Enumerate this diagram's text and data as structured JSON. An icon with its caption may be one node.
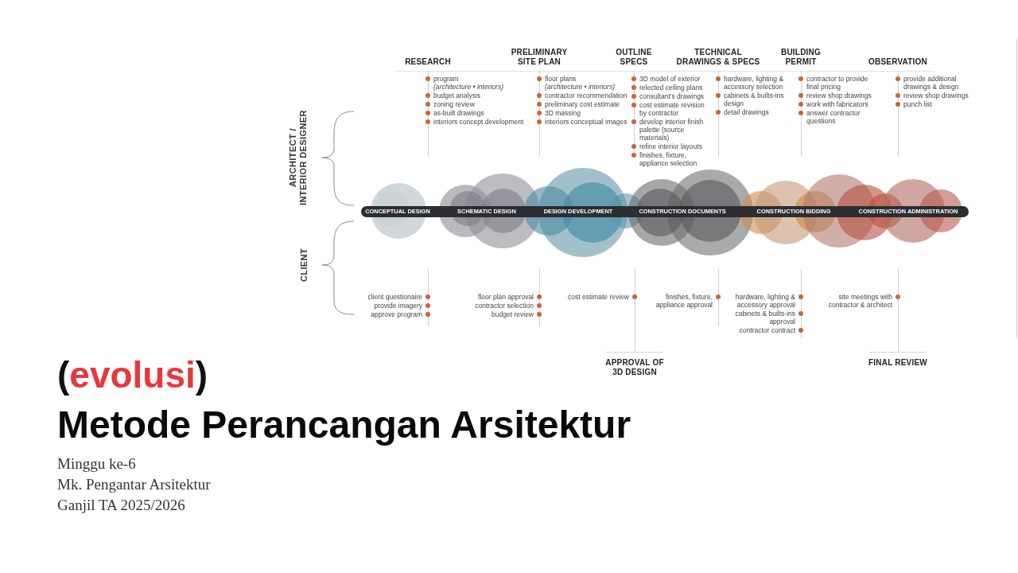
{
  "diagram": {
    "title": "Metode Perancangan Arsitektur",
    "nodes": [
      {
        "text": [
          "CONCEPTUAL DESIGN",
          "SCHEMATIC DESIGN",
          "DESIGN DEVELOPMENT",
          "CONSTRUCTION DOCUMENTS",
          "CONSTRUCTION BIDDING",
          "CONSTRUCTION ADMINISTRATION"
        ]
      }
    ],
    "labels": [
      "ARCHITECT / INTERIOR DESIGNER",
      "CLIENT",
      "RESEARCH",
      "program *(architecture • interiors)*",
      "budget analysis",
      "zoning review",
      "as-built drawings",
      "interiors concept development",
      "PRELIMINARY SITE PLAN",
      "floor plans *(architecture • interiors)*",
      "contractor recommendation",
      "preliminary cost estimate",
      "3D massing",
      "interiors conceptual images",
      "OUTLINE SPECS",
      "3D model of exterior",
      "relected ceiling plans",
      "consultant’s drawings",
      "cost estimate revision by contractor",
      "develop interior finish palette (source materials)",
      "refine interior layouts",
      "finishes, fixture, appliance selection",
      "TECHNICAL DRAWINGS & SPECS",
      "hardware, lighting & accessory selection",
      "cabinets & builts-ins design",
      "detail drawings",
      "BUILDING PERMIT",
      "contractor to provide final pricing",
      "review shop drawings",
      "work with fabricators",
      "answer contractor questions",
      "OBSERVATION",
      "provide additional drawings & design",
      "review shop drawings",
      "punch list",
      "client questionaire",
      "provide imagery",
      "approve program",
      "floor plan approval",
      "contractor selection",
      "budget review",
      "cost estimate review",
      "APPROVAL OF 3D DESIGN",
      "finishes, fixture, appliance approval",
      "hardware, lighting & accessory approval",
      "cabinets & builts-ins approval",
      "contractor contract",
      "site meetings with contractor & architect",
      "FINAL REVIEW",
      "(evolusi)",
      "Minggu ke-6",
      "Mk. Pengantar Arsitektur",
      "Ganjil TA 2025/2026"
    ]
  }
}
